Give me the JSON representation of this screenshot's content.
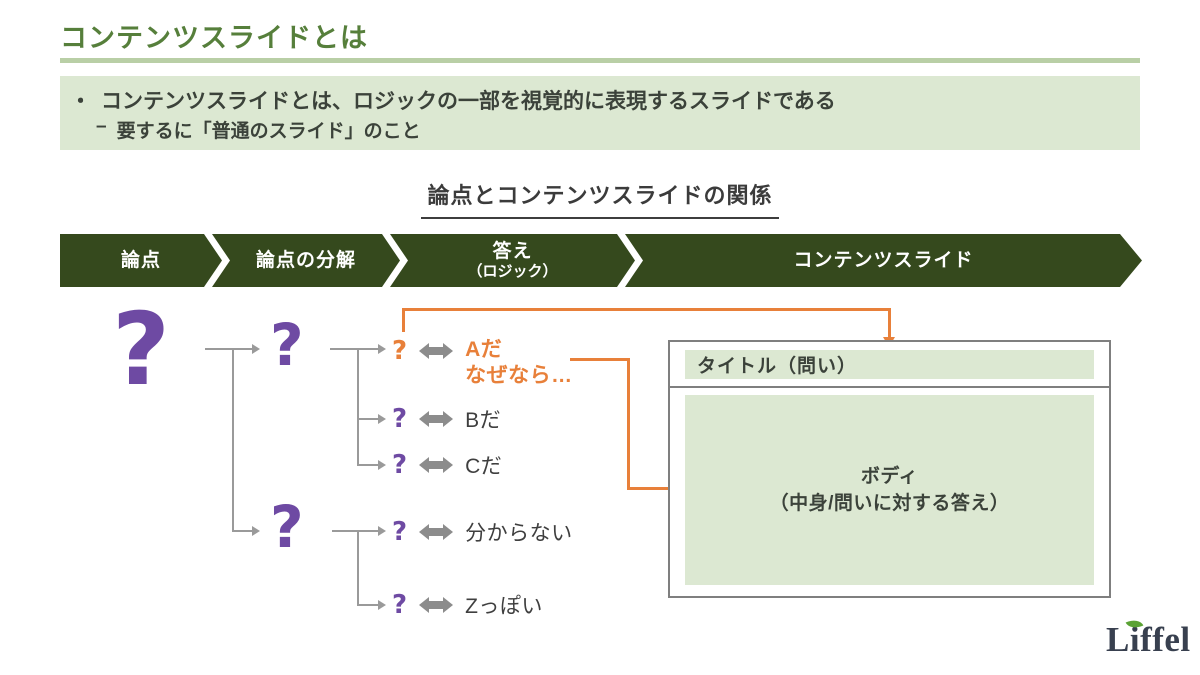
{
  "slide": {
    "title": "コンテンツスライドとは",
    "lead": {
      "marker": "・",
      "text": "コンテンツスライドとは、ロジックの一部を視覚的に表現するスライドである",
      "sub_marker": "–",
      "sub_text": "要するに「普通のスライド」のこと"
    },
    "section_heading": "論点とコンテンツスライドの関係",
    "process_bar": {
      "steps": [
        {
          "label": "論点"
        },
        {
          "label": "論点の分解"
        },
        {
          "label": "答え",
          "sublabel": "（ロジック）"
        },
        {
          "label": "コンテンツスライド"
        }
      ]
    },
    "tree": {
      "q": "?",
      "answers": {
        "a1": "Aだ",
        "a1_reason": "なぜなら…",
        "a2": "Bだ",
        "a3": "Cだ",
        "a4": "分からない",
        "a5": "Zっぽい"
      }
    },
    "mock_slide": {
      "title": "タイトル（問い）",
      "body_line1": "ボディ",
      "body_line2": "（中身/問いに対する答え）"
    },
    "logo_text": "Liffel",
    "colors": {
      "title_green": "#567f3b",
      "light_green": "#dce8d2",
      "bar_dark_green": "#35491d",
      "purple": "#6e4aa3",
      "orange": "#e8803a",
      "connector_gray": "#9a9a9a",
      "arrow_gray": "#8c8c8c",
      "text_dark": "#3b423a",
      "logo_navy": "#38404f",
      "leaf_green": "#5aa234"
    }
  }
}
